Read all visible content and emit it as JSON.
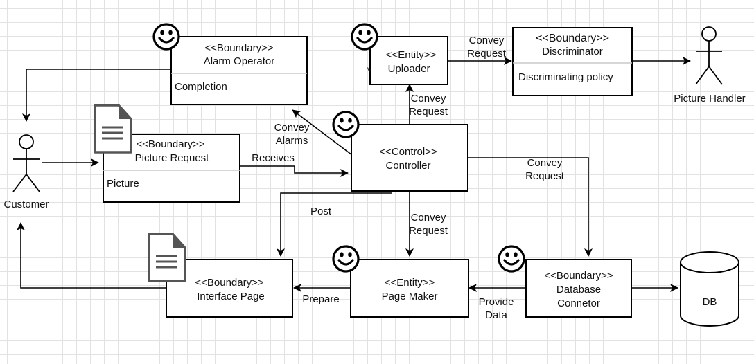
{
  "actors": {
    "customer": "Customer",
    "picture_handler": "Picture Handler"
  },
  "classes": {
    "alarm_operator": {
      "stereotype": "<<Boundary>>",
      "name": "Alarm Operator",
      "attribute": "Completion"
    },
    "uploader": {
      "stereotype": "<<Entity>>",
      "name": "Uploader",
      "note": "v"
    },
    "discriminator": {
      "stereotype": "<<Boundary>>",
      "name": "Discriminator",
      "attribute": "Discriminating policy"
    },
    "picture_request": {
      "stereotype": "<<Boundary>>",
      "name": "Picture Request",
      "attribute": "Picture"
    },
    "controller": {
      "stereotype": "<<Control>>",
      "name": "Controller"
    },
    "interface_page": {
      "stereotype": "<<Boundary>>",
      "name": "Interface Page"
    },
    "page_maker": {
      "stereotype": "<<Entity>>",
      "name": "Page Maker"
    },
    "database_connector": {
      "stereotype": "<<Boundary>>",
      "name": "Database",
      "name_line2": "Connetor"
    },
    "db": {
      "name": "DB"
    }
  },
  "edge_labels": {
    "convey_request_top": [
      "Convey",
      "Request"
    ],
    "convey_request_up": [
      "Convey",
      "Request"
    ],
    "convey_alarms": [
      "Convey",
      "Alarms"
    ],
    "receives": "Receives",
    "convey_request_right": [
      "Convey",
      "Request"
    ],
    "post": "Post",
    "convey_request_down": [
      "Convey",
      "Request"
    ],
    "prepare": "Prepare",
    "provide_data": [
      "Provide",
      "Data"
    ]
  },
  "icons": [
    "smiley-icon",
    "document-icon"
  ]
}
